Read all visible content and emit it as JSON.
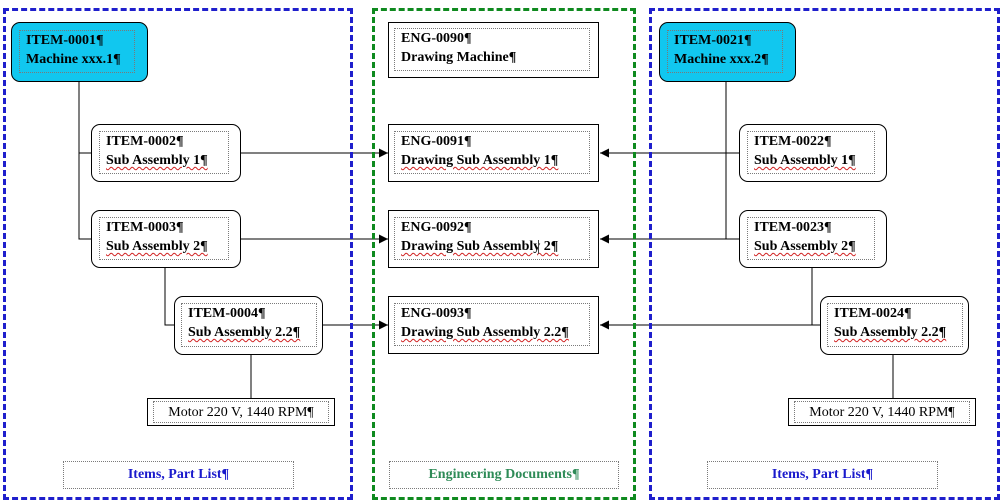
{
  "left_group": {
    "footer": "Items, Part List¶",
    "nodes": [
      {
        "lines": [
          "ITEM-0001¶",
          "Machine xxx.1¶"
        ]
      },
      {
        "lines": [
          "ITEM-0002¶",
          "Sub Assembly 1¶"
        ]
      },
      {
        "lines": [
          "ITEM-0003¶",
          "Sub Assembly 2¶"
        ]
      },
      {
        "lines": [
          "ITEM-0004¶",
          "Sub Assembly 2.2¶"
        ]
      }
    ],
    "motor": "Motor 220 V, 1440 RPM¶"
  },
  "middle_group": {
    "footer": "Engineering Documents¶",
    "docs": [
      {
        "lines": [
          "ENG-0090¶",
          "Drawing Machine¶"
        ]
      },
      {
        "lines": [
          "ENG-0091¶",
          "Drawing Sub Assembly 1¶"
        ]
      },
      {
        "lines": [
          "ENG-0092¶",
          "Drawing Sub Assembly 2¶"
        ]
      },
      {
        "lines": [
          "ENG-0093¶",
          "Drawing Sub Assembly 2.2¶"
        ]
      }
    ]
  },
  "right_group": {
    "footer": "Items, Part List¶",
    "nodes": [
      {
        "lines": [
          "ITEM-0021¶",
          "Machine xxx.2¶"
        ]
      },
      {
        "lines": [
          "ITEM-0022¶",
          "Sub Assembly 1¶"
        ]
      },
      {
        "lines": [
          "ITEM-0023¶",
          "Sub Assembly 2¶"
        ]
      },
      {
        "lines": [
          "ITEM-0024¶",
          "Sub Assembly 2.2¶"
        ]
      }
    ],
    "motor": "Motor 220 V, 1440 RPM¶"
  },
  "colors": {
    "item_group_border": "#1f1fcc",
    "document_group_border": "#0f8a1f",
    "machine_fill": "#11c7ef",
    "items_footer_text": "#1a1acc",
    "documents_footer_text": "#2e8b57"
  }
}
